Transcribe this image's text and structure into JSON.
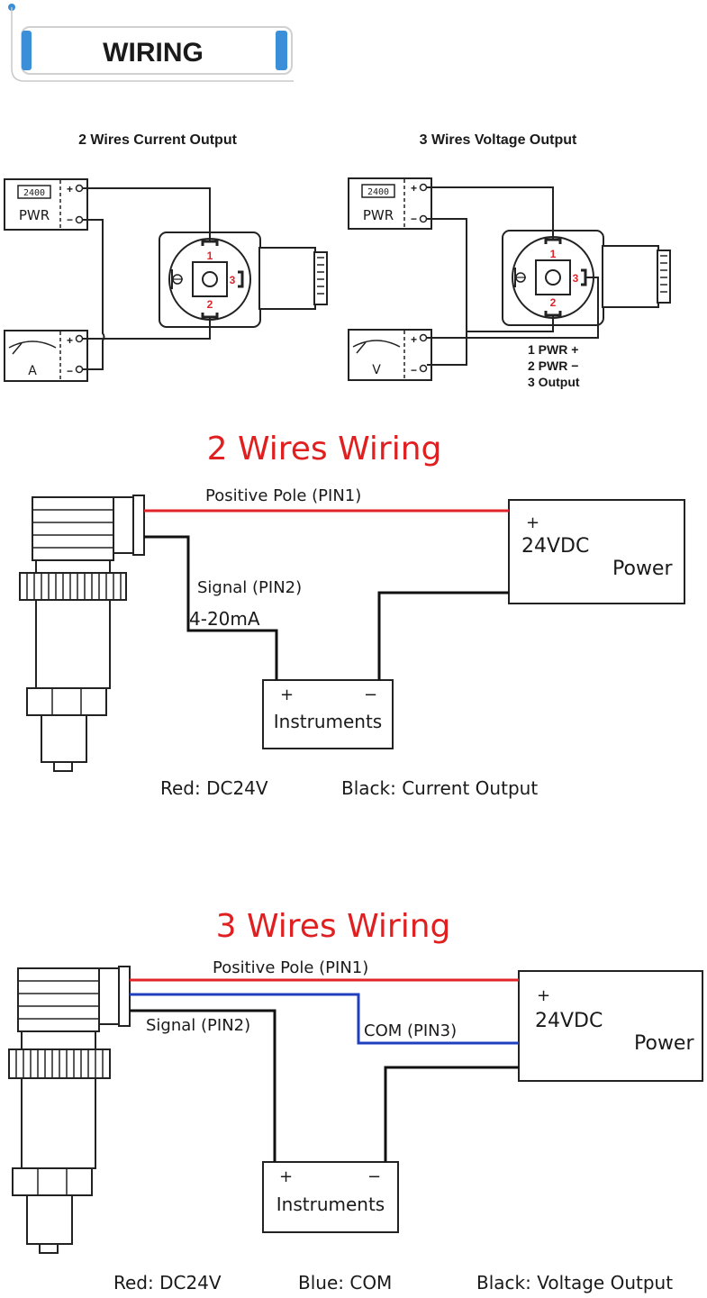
{
  "header": {
    "title": "WIRING"
  },
  "top": {
    "left_title": "2 Wires Current Output",
    "right_title": "3 Wires Voltage Output",
    "pwr_display_left": "2400",
    "pwr_display_right": "2400",
    "pwr_label": "PWR",
    "ammeter_label": "A",
    "voltmeter_label": "V",
    "plus": "+",
    "minus": "−",
    "pin1": "1",
    "pin2": "2",
    "pin3": "3",
    "legend": [
      "1 PWR +",
      "2 PWR −",
      "3 Output"
    ]
  },
  "two_wire": {
    "title": "2 Wires Wiring",
    "positive_label": "Positive Pole (PIN1)",
    "signal_label": "Signal (PIN2)",
    "current_label": "4-20mA",
    "power_plus": "+",
    "power_voltage": "24VDC",
    "power_label": "Power",
    "instr_plus": "+",
    "instr_minus": "−",
    "instr_label": "Instruments",
    "legend_red": "Red: DC24V",
    "legend_black": "Black: Current Output"
  },
  "three_wire": {
    "title": "3 Wires Wiring",
    "positive_label": "Positive Pole (PIN1)",
    "signal_label": "Signal (PIN2)",
    "com_label": "COM (PIN3)",
    "power_plus": "+",
    "power_voltage": "24VDC",
    "power_label": "Power",
    "instr_plus": "+",
    "instr_minus": "−",
    "instr_label": "Instruments",
    "legend_red": "Red: DC24V",
    "legend_blue": "Blue: COM",
    "legend_black": "Black: Voltage Output"
  },
  "colors": {
    "red_wire": "#e0242a",
    "blue_wire": "#1f3fbf",
    "black_wire": "#111111",
    "accent": "#3b8fd9",
    "title_red": "#e02020"
  }
}
